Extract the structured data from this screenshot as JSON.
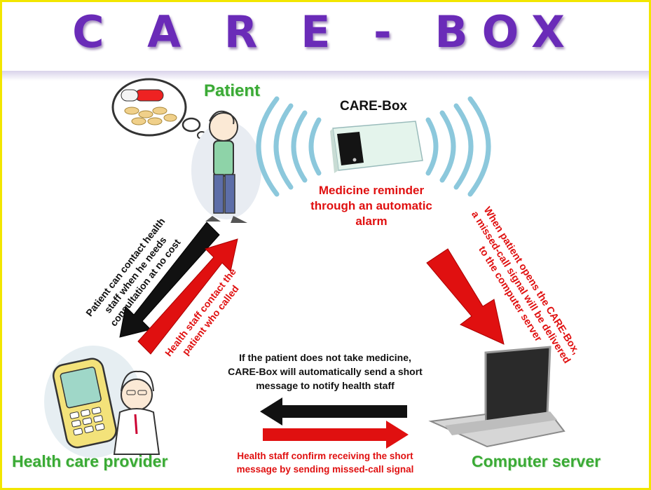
{
  "title": "C A R E - BOX",
  "nodes": {
    "patient": "Patient",
    "carebox": "CARE-Box",
    "provider": "Health care provider",
    "server": "Computer server"
  },
  "messages": {
    "reminder": [
      "Medicine reminder",
      "through an automatic",
      "alarm"
    ],
    "server_signal": [
      "When patient opens the CARE-Box,",
      "a missed-call signal will be delivered",
      "to the computer server"
    ],
    "patient_contact": [
      "Patient can contact health",
      "staff when he needs",
      "consultation at no cost"
    ],
    "staff_contact": [
      "Health staff contact the",
      "patient who called"
    ],
    "sms_notify": [
      "If the patient does not take medicine,",
      "CARE-Box will automatically send a short",
      "message to notify health staff"
    ],
    "staff_confirm": [
      "Health staff confirm receiving the short",
      "message by sending missed-call signal"
    ]
  },
  "colors": {
    "title": "#6a2bb8",
    "node_label": "#3aaa35",
    "message_red": "#e01010",
    "message_black": "#111111",
    "border": "#f2e600",
    "signal_waves": "#8cc8dc"
  },
  "icons": [
    "pills-thought-bubble",
    "patient-figure",
    "carebox-device",
    "signal-waves",
    "mobile-phone",
    "doctor-figure",
    "laptop"
  ]
}
